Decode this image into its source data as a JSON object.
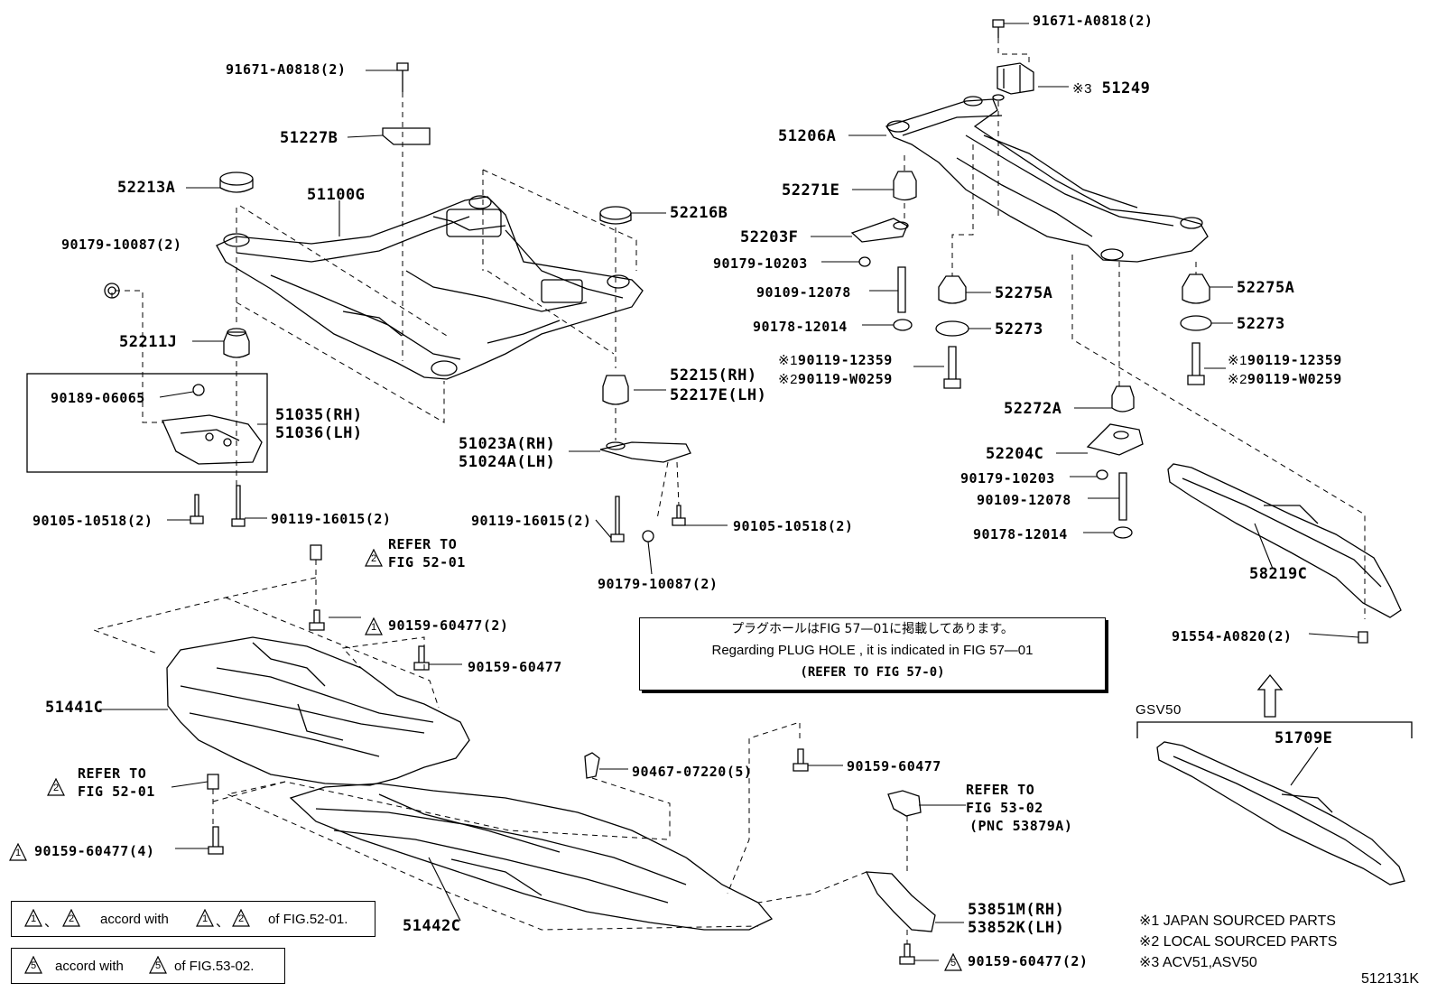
{
  "parts": {
    "p91671_a": "91671-A0818(2)",
    "p51227b": "51227B",
    "p52213a": "52213A",
    "p51100g": "51100G",
    "p52216b": "52216B",
    "p90179_10087_a": "90179-10087(2)",
    "p52211j": "52211J",
    "p90189": "90189-06065",
    "p51035": "51035(RH)",
    "p51036": "51036(LH)",
    "p52215": "52215(RH)",
    "p52217e": "52217E(LH)",
    "p51023a": "51023A(RH)",
    "p51024a": "51024A(LH)",
    "p90105_a": "90105-10518(2)",
    "p90119_16015_a": "90119-16015(2)",
    "p90119_16015_b": "90119-16015(2)",
    "p90105_b": "90105-10518(2)",
    "p90179_10087_b": "90179-10087(2)",
    "p91671_b": "91671-A0818(2)",
    "p51249": "51249",
    "p51206a": "51206A",
    "p52271e": "52271E",
    "p52203f": "52203F",
    "p90179_10203_a": "90179-10203",
    "p90109_12078_a": "90109-12078",
    "p90178_12014_a": "90178-12014",
    "p52275a_a": "52275A",
    "p52273_a": "52273",
    "p52275a_b": "52275A",
    "p52273_b": "52273",
    "p90119_12359_a": "90119-12359",
    "p90119_w0259_a": "90119-W0259",
    "p90119_12359_b": "90119-12359",
    "p90119_w0259_b": "90119-W0259",
    "p52272a": "52272A",
    "p52204c": "52204C",
    "p90179_10203_b": "90179-10203",
    "p90109_12078_b": "90109-12078",
    "p90178_12014_b": "90178-12014",
    "p58219c": "58219C",
    "p91554": "91554-A0820(2)",
    "p51709e": "51709E",
    "p51441c": "51441C",
    "p51442c": "51442C",
    "p90159_2": "90159-60477(2)",
    "p90159_a": "90159-60477",
    "p90159_4": "90159-60477(4)",
    "p90467": "90467-07220(5)",
    "p90159_b": "90159-60477",
    "p53851m": "53851M(RH)",
    "p53852k": "53852K(LH)",
    "p90159_5": "90159-60477(2)"
  },
  "marks": {
    "m1": "※1",
    "m2": "※2",
    "m3": "※3",
    "tri1": "1",
    "tri2": "2",
    "tri5": "5"
  },
  "refs": {
    "refer_to": "REFER TO",
    "fig_52_01": "FIG 52-01",
    "fig_53_02": "FIG 53-02",
    "pnc": "(PNC 53879A)"
  },
  "plug_note": {
    "jp": "プラグホールはFIG 57—01に掲載してあります。",
    "en": "Regarding  PLUG  HOLE , it is indicated in FIG  57—01",
    "ref": "(REFER TO FIG 57-0)"
  },
  "variant": "GSV50",
  "accord": {
    "row1_sep": "、",
    "row1_mid": "accord with",
    "row1_end": "of FIG.52-01.",
    "row2_mid": "accord with",
    "row2_end": "of FIG.53-02."
  },
  "legend": {
    "l1": "※1 JAPAN SOURCED PARTS",
    "l2": "※2 LOCAL SOURCED PARTS",
    "l3": "※3 ACV51,ASV50"
  },
  "figure_id": "512131K"
}
